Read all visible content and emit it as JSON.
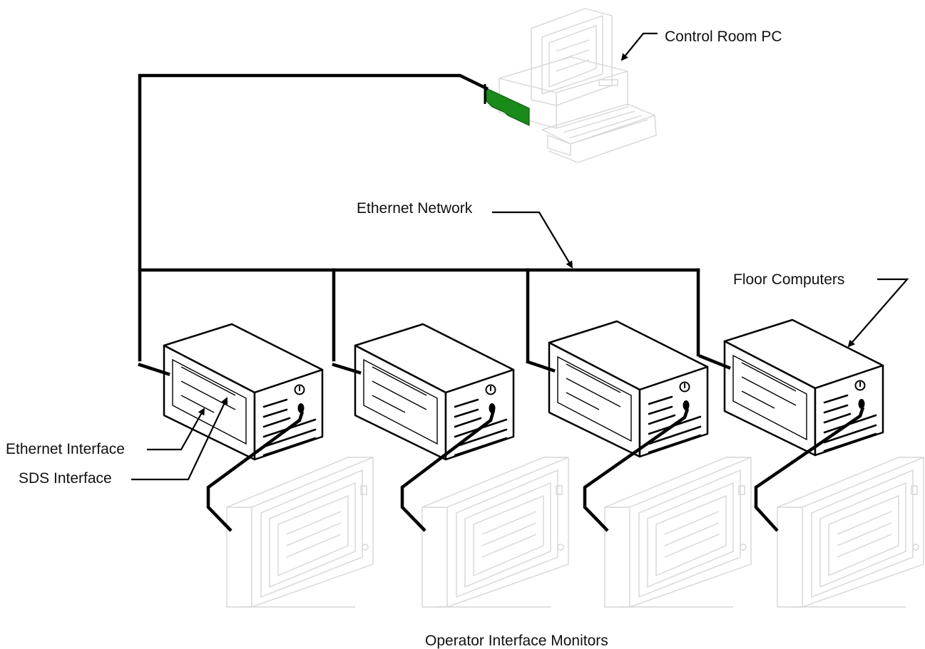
{
  "labels": {
    "control_room_pc": "Control Room PC",
    "ethernet_network": "Ethernet Network",
    "floor_computers": "Floor Computers",
    "ethernet_interface": "Ethernet Interface",
    "sds_interface": "SDS Interface",
    "operator_interface_monitors": "Operator Interface Monitors"
  },
  "colors": {
    "network_card": "#1a8a1a",
    "line": "#000000",
    "faint_drawing": "#d6d6d6",
    "text": "#111111"
  },
  "counts": {
    "floor_computers": 4,
    "operator_monitors": 4
  }
}
